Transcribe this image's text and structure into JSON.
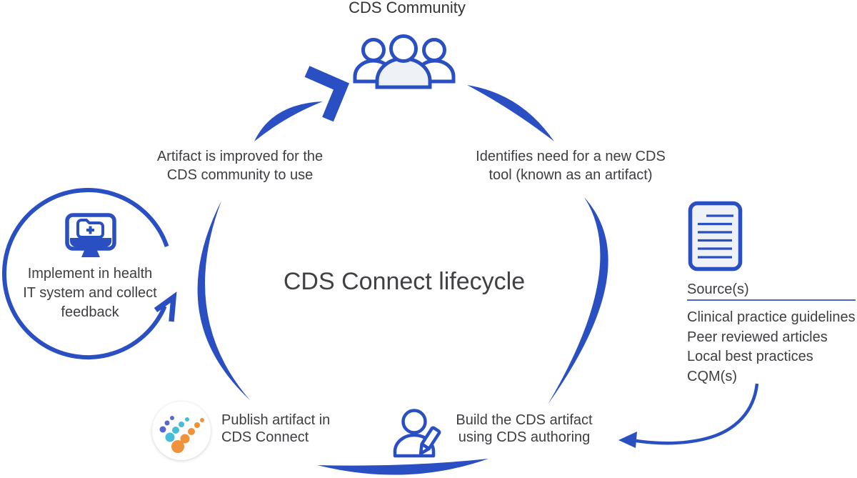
{
  "title": "CDS Connect lifecycle",
  "community_label": "CDS Community",
  "labels": {
    "improve": "Artifact is improved for the\nCDS community to use",
    "identify": "Identifies need for a new CDS\ntool (known as an artifact)",
    "implement": "Implement in health\nIT system and collect\nfeedback",
    "publish": "Publish artifact in\nCDS Connect",
    "build": "Build the CDS artifact\nusing CDS authoring"
  },
  "sources": {
    "heading": "Source(s)",
    "items": [
      "Clinical practice guidelines",
      "Peer reviewed articles",
      "Local best practices",
      "CQM(s)"
    ]
  },
  "icons": {
    "community": "people-group-icon",
    "sources": "document-icon",
    "build": "person-writing-icon",
    "publish": "cds-connect-logo",
    "implement": "monitor-medical-icon"
  },
  "colors": {
    "accent_blue": "#2a4fc2",
    "divider_blue": "#4a66c8",
    "light_fill": "#eef1f6",
    "text": "#3c3e41",
    "logo_indigo": "#5668cf",
    "logo_teal": "#45bdd8",
    "logo_orange": "#f0913c"
  }
}
